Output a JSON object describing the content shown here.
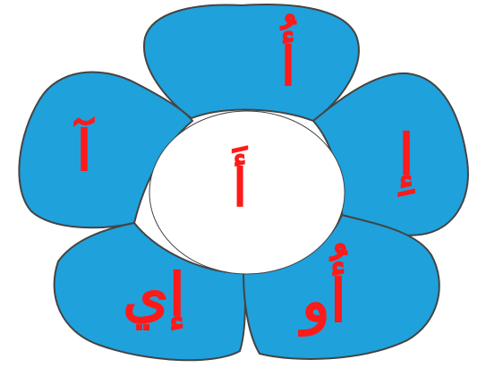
{
  "flower": {
    "center_label": "أَ",
    "petals": {
      "top": "أُ",
      "left": "آ",
      "right": "إِ",
      "bottom_left": "إي",
      "bottom_right": "أُو"
    }
  },
  "colors": {
    "petal_fill": "#1fa1dc",
    "petal_outline": "#444444",
    "center_fill": "#ffffff",
    "text": "#ff1a1a"
  }
}
